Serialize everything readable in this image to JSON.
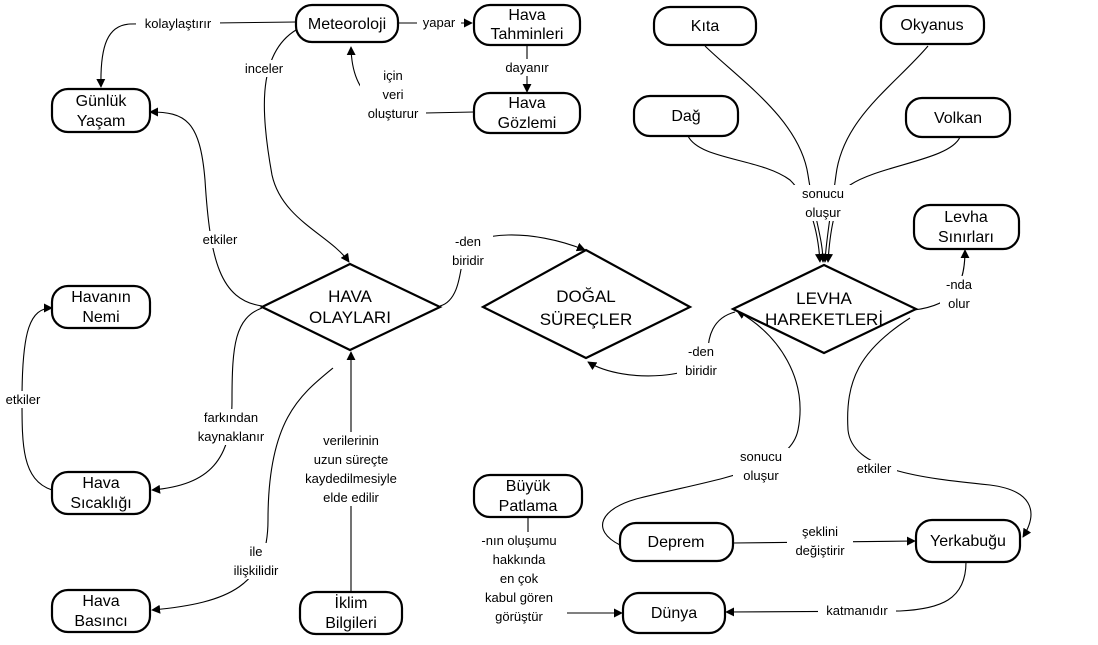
{
  "nodes": {
    "meteoroloji": "Meteoroloji",
    "hava_tahminleri": [
      "Hava",
      "Tahminleri"
    ],
    "hava_gozlemi": [
      "Hava",
      "Gözlemi"
    ],
    "gunluk_yasam": [
      "Günlük",
      "Yaşam"
    ],
    "havanin_nemi": [
      "Havanın",
      "Nemi"
    ],
    "hava_sicakligi": [
      "Hava",
      "Sıcaklığı"
    ],
    "hava_basinci": [
      "Hava",
      "Basıncı"
    ],
    "iklim_bilgileri": [
      "İklim",
      "Bilgileri"
    ],
    "hava_olaylari": [
      "HAVA",
      "OLAYLARI"
    ],
    "dogal_surecler": [
      "DOĞAL",
      "SÜREÇLER"
    ],
    "levha_hareketleri": [
      "LEVHA",
      "HAREKETLERİ"
    ],
    "kita": "Kıta",
    "okyanus": "Okyanus",
    "dag": "Dağ",
    "volkan": "Volkan",
    "levha_sinirlari": [
      "Levha",
      "Sınırları"
    ],
    "buyuk_patlama": [
      "Büyük",
      "Patlama"
    ],
    "deprem": "Deprem",
    "yerkabugu": "Yerkabuğu",
    "dunya": "Dünya"
  },
  "links": {
    "yapar": [
      "yapar"
    ],
    "kolaylastirir": [
      "kolaylaştırır"
    ],
    "inceler": [
      "inceler"
    ],
    "dayanir": [
      "dayanır"
    ],
    "icin_veri": [
      "için",
      "veri",
      "oluşturur"
    ],
    "etkiler_gunluk": [
      "etkiler"
    ],
    "den_biridir_1": [
      "-den",
      "biridir"
    ],
    "den_biridir_2": [
      "-den",
      "biridir"
    ],
    "etkiler_nem": [
      "etkiler"
    ],
    "farkindan": [
      "farkından",
      "kaynaklanır"
    ],
    "verilerinin": [
      "verilerinin",
      "uzun süreçte",
      "kaydedilmesiyle",
      "elde edilir"
    ],
    "ile_iliskilidir": [
      "ile",
      "ilişkilidir"
    ],
    "sonucu_olusur_1": [
      "sonucu",
      "oluşur"
    ],
    "nda_olur": [
      "-nda",
      "olur"
    ],
    "sonucu_olusur_2": [
      "sonucu",
      "oluşur"
    ],
    "etkiler_yerkabugu": [
      "etkiler"
    ],
    "seklini": [
      "şeklini",
      "değiştirir"
    ],
    "katmanidir": [
      "katmanıdır"
    ],
    "nin_olusumu": [
      "-nın oluşumu",
      "hakkında",
      "en çok",
      "kabul gören",
      "görüştür"
    ]
  }
}
